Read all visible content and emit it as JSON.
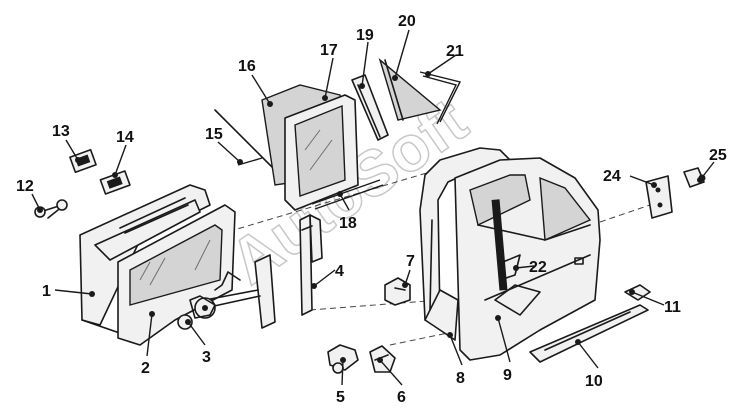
{
  "watermark": "AutoSoft",
  "labels": {
    "n1": "1",
    "n2": "2",
    "n3": "3",
    "n4": "4",
    "n5": "5",
    "n6": "6",
    "n7": "7",
    "n8": "8",
    "n9": "9",
    "n10": "10",
    "n11": "11",
    "n12": "12",
    "n13": "13",
    "n14": "14",
    "n15": "15",
    "n16": "16",
    "n17": "17",
    "n18": "18",
    "n19": "19",
    "n20": "20",
    "n21": "21",
    "n22": "22",
    "n24": "24",
    "n25": "25"
  }
}
